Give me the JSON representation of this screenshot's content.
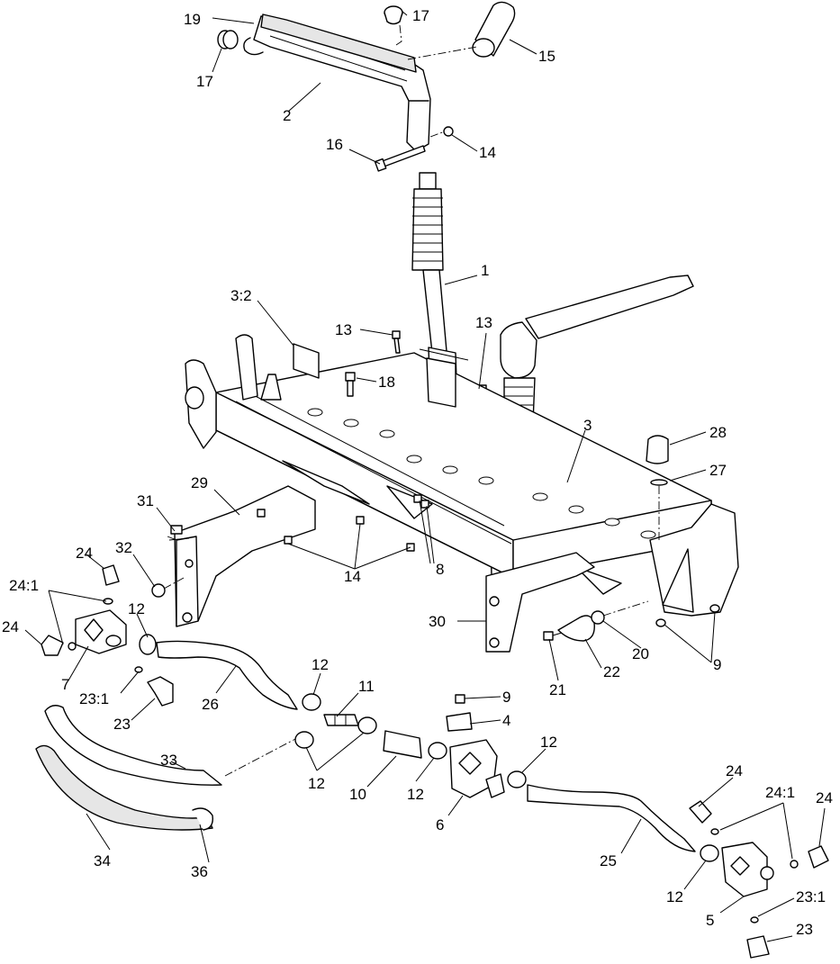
{
  "callouts": [
    {
      "id": "c19",
      "text": "19"
    },
    {
      "id": "c17a",
      "text": "17"
    },
    {
      "id": "c15",
      "text": "15"
    },
    {
      "id": "c17b",
      "text": "17"
    },
    {
      "id": "c2",
      "text": "2"
    },
    {
      "id": "c16",
      "text": "16"
    },
    {
      "id": "c14a",
      "text": "14"
    },
    {
      "id": "c1",
      "text": "1"
    },
    {
      "id": "c3_2",
      "text": "3:2"
    },
    {
      "id": "c13a",
      "text": "13"
    },
    {
      "id": "c13b",
      "text": "13"
    },
    {
      "id": "c18",
      "text": "18"
    },
    {
      "id": "c3",
      "text": "3"
    },
    {
      "id": "c28",
      "text": "28"
    },
    {
      "id": "c27",
      "text": "27"
    },
    {
      "id": "c29",
      "text": "29"
    },
    {
      "id": "c31",
      "text": "31"
    },
    {
      "id": "c32",
      "text": "32"
    },
    {
      "id": "c14b",
      "text": "14"
    },
    {
      "id": "c8",
      "text": "8"
    },
    {
      "id": "c24a",
      "text": "24"
    },
    {
      "id": "c24_1a",
      "text": "24:1"
    },
    {
      "id": "c12a",
      "text": "12"
    },
    {
      "id": "c24b",
      "text": "24"
    },
    {
      "id": "c7",
      "text": "7"
    },
    {
      "id": "c23_1a",
      "text": "23:1"
    },
    {
      "id": "c23a",
      "text": "23"
    },
    {
      "id": "c26",
      "text": "26"
    },
    {
      "id": "c30",
      "text": "30"
    },
    {
      "id": "c21",
      "text": "21"
    },
    {
      "id": "c22",
      "text": "22"
    },
    {
      "id": "c20",
      "text": "20"
    },
    {
      "id": "c9a",
      "text": "9"
    },
    {
      "id": "c12b",
      "text": "12"
    },
    {
      "id": "c11",
      "text": "11"
    },
    {
      "id": "c9b",
      "text": "9"
    },
    {
      "id": "c4",
      "text": "4"
    },
    {
      "id": "c12c",
      "text": "12"
    },
    {
      "id": "c33",
      "text": "33"
    },
    {
      "id": "c12d",
      "text": "12"
    },
    {
      "id": "c10",
      "text": "10"
    },
    {
      "id": "c12e",
      "text": "12"
    },
    {
      "id": "c6",
      "text": "6"
    },
    {
      "id": "c24c",
      "text": "24"
    },
    {
      "id": "c24_1b",
      "text": "24:1"
    },
    {
      "id": "c24d",
      "text": "24"
    },
    {
      "id": "c34",
      "text": "34"
    },
    {
      "id": "c36",
      "text": "36"
    },
    {
      "id": "c25",
      "text": "25"
    },
    {
      "id": "c12f",
      "text": "12"
    },
    {
      "id": "c23_1b",
      "text": "23:1"
    },
    {
      "id": "c5",
      "text": "5"
    },
    {
      "id": "c23b",
      "text": "23"
    }
  ]
}
